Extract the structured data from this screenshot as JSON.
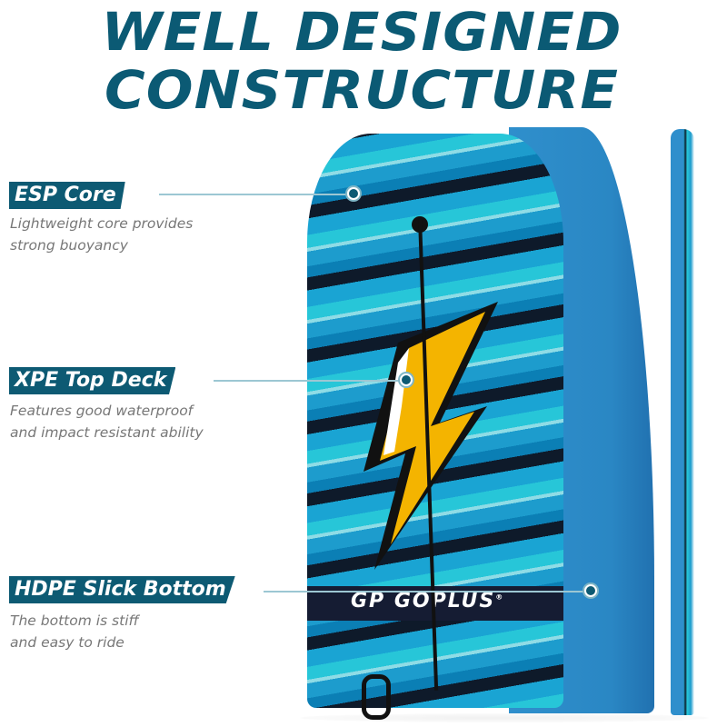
{
  "header": {
    "line1": "WELL DESIGNED",
    "line2": "CONSTRUCTURE"
  },
  "features": [
    {
      "title": "ESP Core",
      "desc_line1": "Lightweight core provides",
      "desc_line2": "strong buoyancy"
    },
    {
      "title": "XPE Top Deck",
      "desc_line1": "Features good waterproof",
      "desc_line2": "and impact resistant ability"
    },
    {
      "title": "HDPE Slick Bottom",
      "desc_line1": "The bottom is stiff",
      "desc_line2": "and easy to ride"
    }
  ],
  "product": {
    "brand_logo": "GOPLUS",
    "brand_mark": "GP",
    "registered": "®"
  },
  "colors": {
    "title": "#0b5a74",
    "tag_bg": "#0d5a73",
    "board_blue": "#2a87c4",
    "band": "#151c33"
  }
}
